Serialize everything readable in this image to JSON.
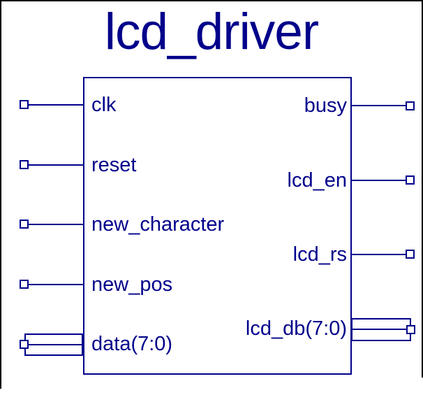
{
  "title": "lcd_driver",
  "colors": {
    "ink": "#00008b",
    "frame": "#000000",
    "background": "#ffffff"
  },
  "module": {
    "inputs": [
      {
        "label": "clk",
        "bus": false
      },
      {
        "label": "reset",
        "bus": false
      },
      {
        "label": "new_character",
        "bus": false
      },
      {
        "label": "new_pos",
        "bus": false
      },
      {
        "label": "data(7:0)",
        "bus": true
      }
    ],
    "outputs": [
      {
        "label": "busy",
        "bus": false
      },
      {
        "label": "lcd_en",
        "bus": false
      },
      {
        "label": "lcd_rs",
        "bus": false
      },
      {
        "label": "lcd_db(7:0)",
        "bus": true
      }
    ]
  }
}
